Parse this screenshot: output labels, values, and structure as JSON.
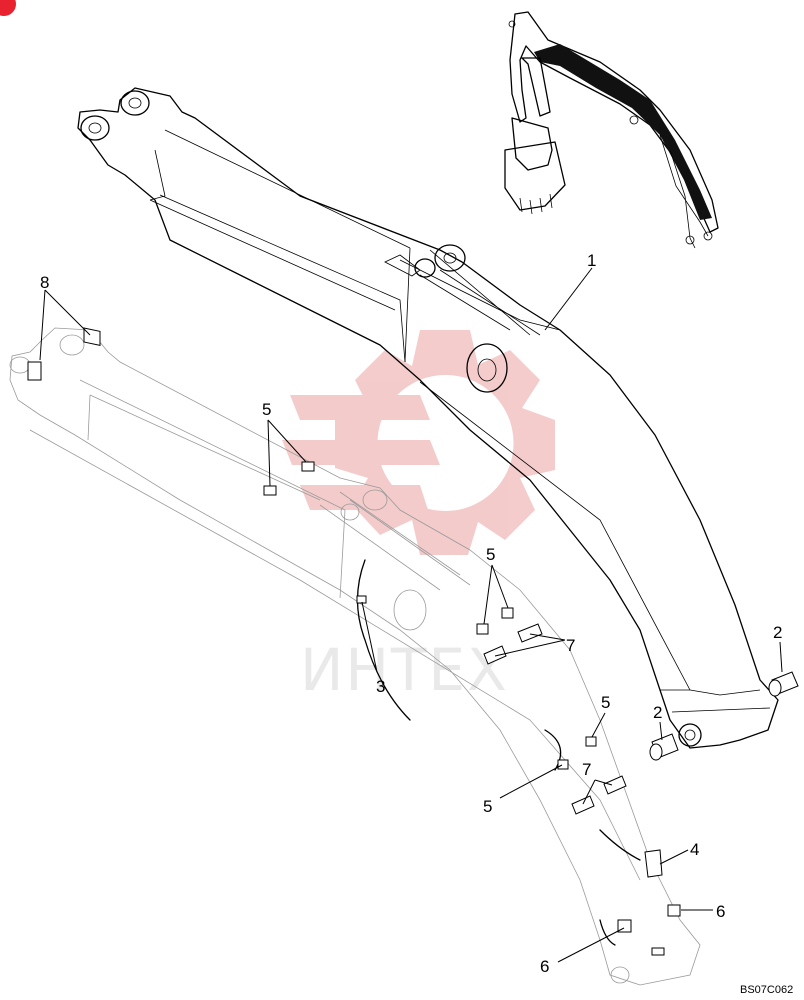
{
  "watermark": {
    "text": "ИНТЕХ",
    "color": "#e9e9e9",
    "gear_color": "#f3c3c3"
  },
  "corner_badge_color": "#e8232f",
  "drawing_code": "BS07C062",
  "callouts": [
    {
      "id": "c1",
      "label": "1"
    },
    {
      "id": "c2a",
      "label": "2"
    },
    {
      "id": "c2b",
      "label": "2"
    },
    {
      "id": "c3",
      "label": "3"
    },
    {
      "id": "c4",
      "label": "4"
    },
    {
      "id": "c5a",
      "label": "5"
    },
    {
      "id": "c5b",
      "label": "5"
    },
    {
      "id": "c5c",
      "label": "5"
    },
    {
      "id": "c5d",
      "label": "5"
    },
    {
      "id": "c6a",
      "label": "6"
    },
    {
      "id": "c6b",
      "label": "6"
    },
    {
      "id": "c7a",
      "label": "7"
    },
    {
      "id": "c7b",
      "label": "7"
    },
    {
      "id": "c8",
      "label": "8"
    }
  ]
}
